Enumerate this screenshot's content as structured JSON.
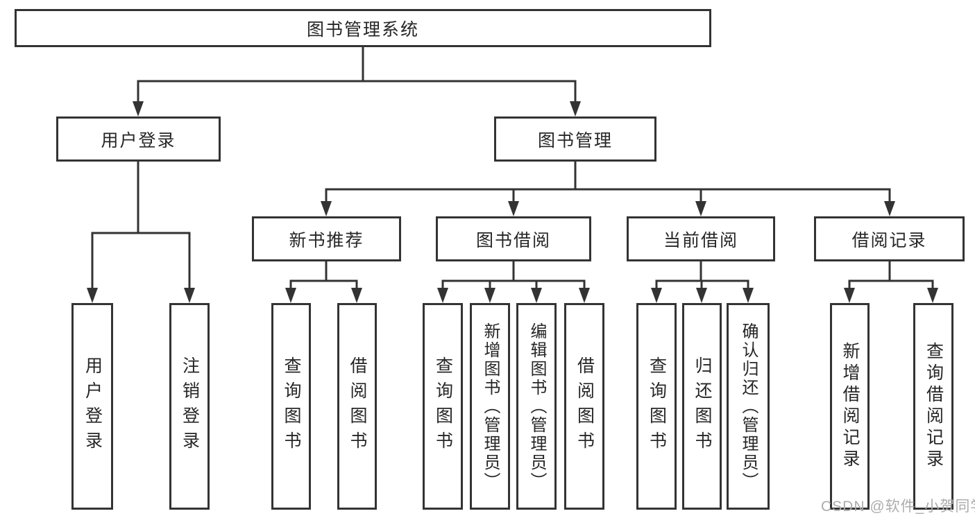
{
  "nodes": {
    "root": "图书管理系统",
    "login": "用户登录",
    "mgmt": "图书管理",
    "login_children": [
      "用户登录",
      "注销登录"
    ],
    "groups": [
      {
        "label": "新书推荐",
        "children": [
          "查询图书",
          "借阅图书"
        ]
      },
      {
        "label": "图书借阅",
        "children": [
          "查询图书",
          "新增图书（管理员）",
          "编辑图书（管理员）",
          "借阅图书"
        ]
      },
      {
        "label": "当前借阅",
        "children": [
          "查询图书",
          "归还图书",
          "确认归还（管理员）"
        ]
      },
      {
        "label": "借阅记录",
        "children": [
          "新增借阅记录",
          "查询借阅记录"
        ]
      }
    ]
  },
  "watermark": "CSDN @软件_小贺同学",
  "colors": {
    "line": "#333333",
    "border": "#333333",
    "text": "#262626",
    "watermark": "#acacac",
    "background": "#ffffff"
  }
}
